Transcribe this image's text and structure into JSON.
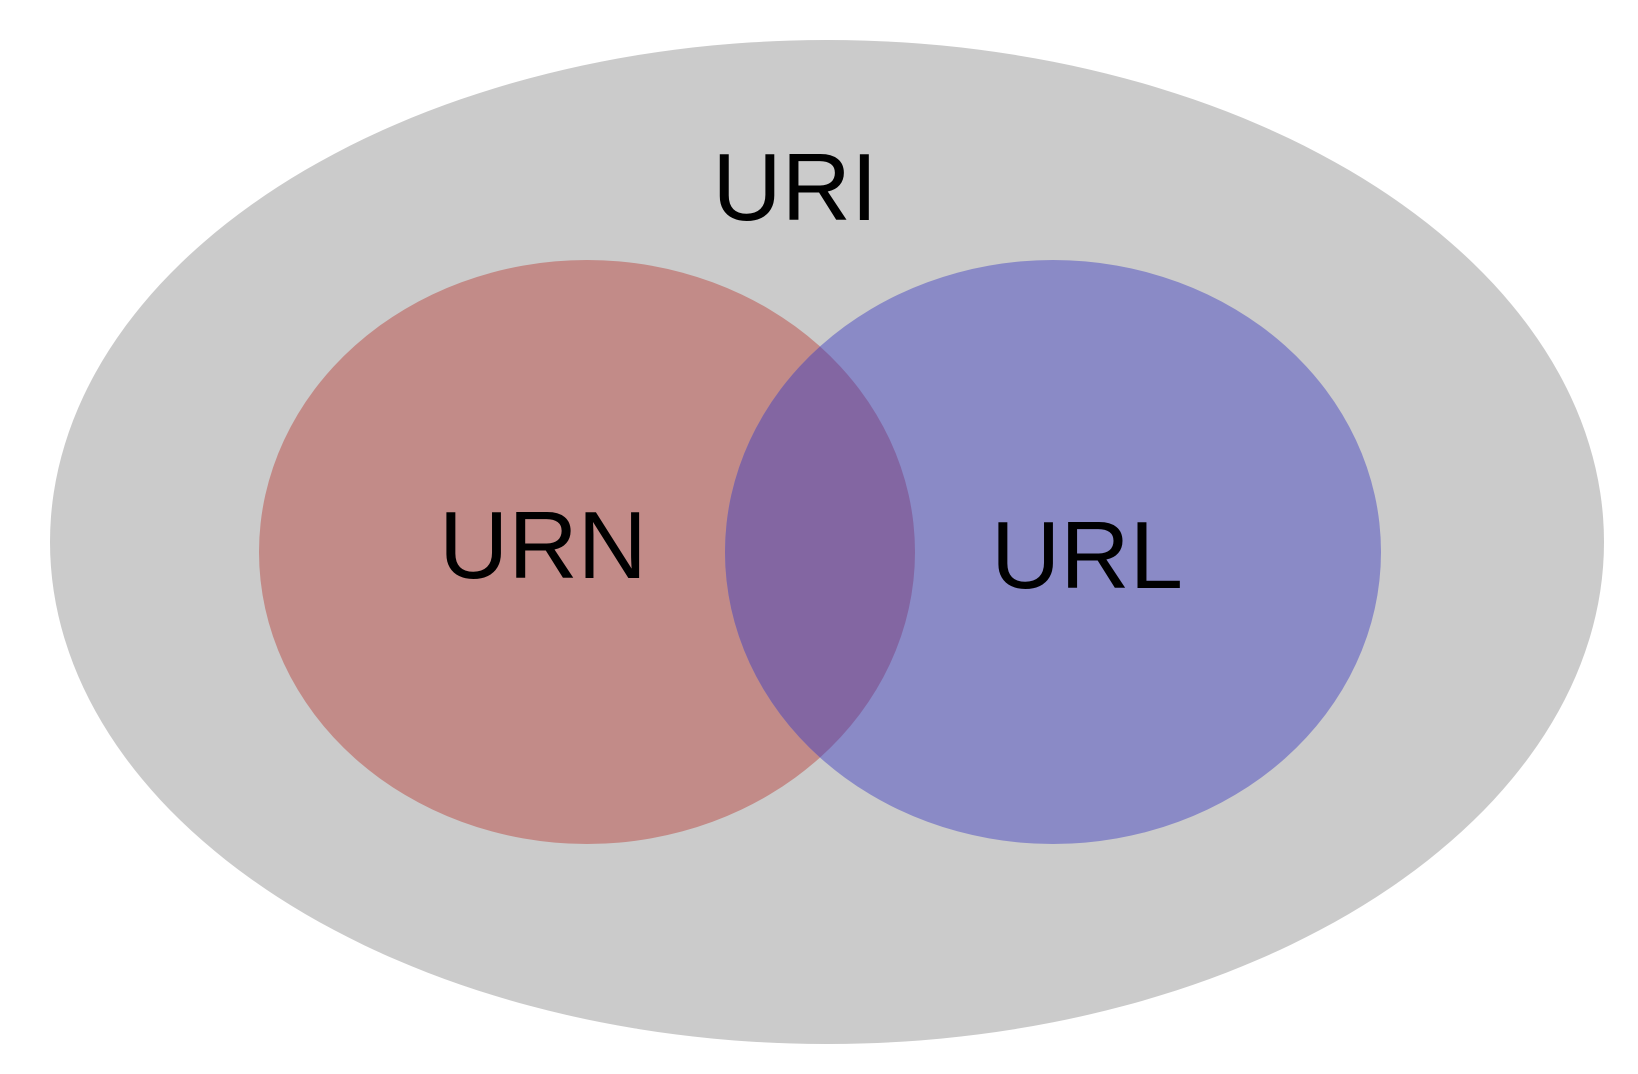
{
  "diagram": {
    "type": "venn",
    "outer_set": {
      "label": "URI",
      "color": "#cbcbcb"
    },
    "left_set": {
      "label": "URN",
      "color": "#c28b88"
    },
    "right_set": {
      "label": "URL",
      "color": "#8a8ac6"
    },
    "overlap_color": "#8366a2"
  }
}
